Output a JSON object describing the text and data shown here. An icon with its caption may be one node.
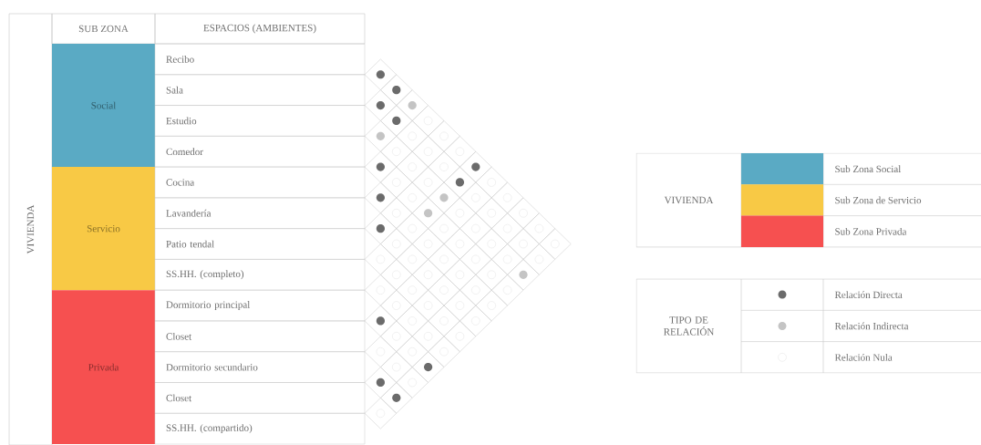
{
  "diagram": {
    "nodes": [
      {
        "text": [
          "VIVIENDA"
        ]
      },
      {
        "text": [
          "SUB ZONA"
        ]
      },
      {
        "text": [
          "ESPACIOS (AMBIENTES)"
        ]
      },
      {
        "text": [
          "Social"
        ]
      },
      {
        "text": [
          "Recibo"
        ]
      },
      {
        "text": [
          "Sala"
        ]
      },
      {
        "text": [
          "Estudio"
        ]
      },
      {
        "text": [
          "Comedor"
        ]
      },
      {
        "text": [
          "Servicio"
        ]
      },
      {
        "text": [
          "Cocina"
        ]
      },
      {
        "text": [
          "Lavandería"
        ]
      },
      {
        "text": [
          "Patio tendal"
        ]
      },
      {
        "text": [
          "SS.HH. (completo)"
        ]
      },
      {
        "text": [
          "Privada"
        ]
      },
      {
        "text": [
          "Dormitorio principal"
        ]
      },
      {
        "text": [
          "Closet"
        ]
      },
      {
        "text": [
          "Dormitorio secundario"
        ]
      },
      {
        "text": [
          "Closet"
        ]
      },
      {
        "text": [
          "SS.HH. (compartido)"
        ]
      }
    ],
    "labels": [
      "VIVIENDA",
      "TIPO DE RELACIÓN"
    ],
    "legend": [
      {
        "text": "Sub Zona Social",
        "color": "#5aaac4"
      },
      {
        "text": "Sub Zona de Servicio",
        "color": "#f8c945"
      },
      {
        "text": "Sub Zona Privada",
        "color": "#f65050"
      },
      {
        "text": "Relación Directa",
        "color": "#6b6b6b"
      },
      {
        "text": "Relación Indirecta",
        "color": "#c4c4c4"
      },
      {
        "text": "Relación Nula"
      }
    ]
  }
}
